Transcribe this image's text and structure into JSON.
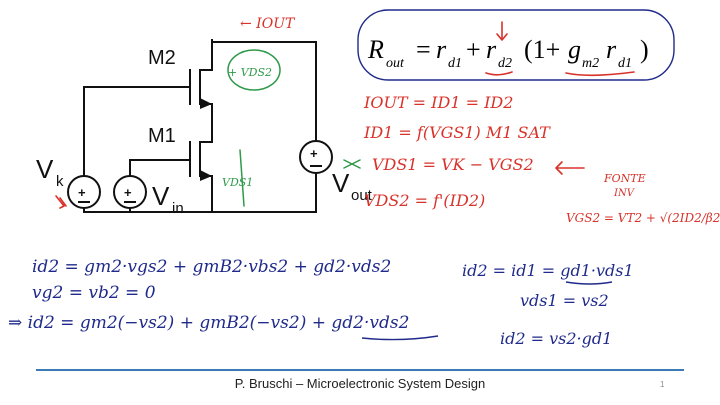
{
  "labels": {
    "m2": "M2",
    "m1": "M1",
    "vk_main": "V",
    "vk_sub": "k",
    "vin_main": "V",
    "vin_sub": "in",
    "vout_main": "V",
    "vout_sub": "out"
  },
  "formula": {
    "r_main": "R",
    "r_sub": "out",
    "eq": "=",
    "rd1_main": "r",
    "rd1_sub": "d1",
    "plus1": "+",
    "rd2_main": "r",
    "rd2_sub": "d2",
    "paren_open": "(1+",
    "gm2_main": "g",
    "gm2_sub": "m2",
    "rd1b_main": "r",
    "rd1b_sub": "d1",
    "paren_close": ")"
  },
  "annotations": {
    "iout_arrow": "← IOUT",
    "vds2_circle": "+ VDS2",
    "vds1_label": "VDS1",
    "line1": "IOUT = ID1 = ID2",
    "line2": "ID1 = f(VGS1)   M1 SAT",
    "line3": "VDS1 = VK − VGS2",
    "line4": "VDS2 = f'(ID2)",
    "fonte_label": "FONTE",
    "inv_label": "INV",
    "vgs2_formula": "VGS2 = VT2 + √(2ID2/β2)",
    "eq1": "id2 = gm2·vgs2 + gmB2·vbs2 + gd2·vds2",
    "eq2": "vg2 = vb2 = 0",
    "eq3": "⇒ id2 = gm2(−vs2) + gmB2(−vs2) + gd2·vds2",
    "eq4": "id2 = id1 = gd1·vds1",
    "eq5": "vds1 = vs2",
    "eq6": "id2 = vs2·gd1"
  },
  "colors": {
    "ink_red": "#d8322a",
    "ink_blue": "#1f2a8a",
    "ink_green": "#2e9a4a",
    "divider": "#3a7bb8"
  },
  "footer": {
    "text": "P. Bruschi – Microelectronic System Design",
    "page": "1"
  }
}
